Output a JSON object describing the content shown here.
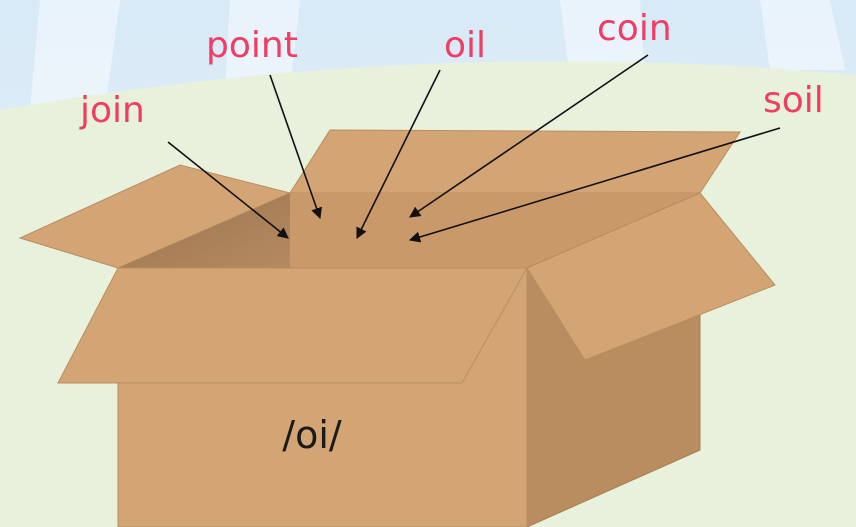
{
  "words": {
    "join": "join",
    "point": "point",
    "oil": "oil",
    "coin": "coin",
    "soil": "soil"
  },
  "box": {
    "sound_label": "/oi/"
  },
  "colors": {
    "word": "#ef3d63",
    "box": "#d4a574",
    "box_dark": "#b98d5f",
    "box_inside": "#a98057",
    "sky": "#dcecf8",
    "grass": "#e8f2dc"
  }
}
